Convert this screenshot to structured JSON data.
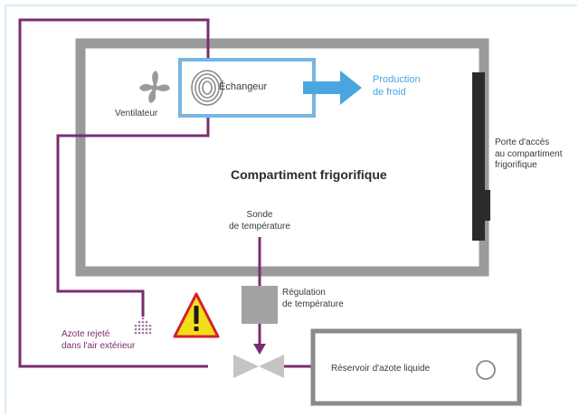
{
  "diagram": {
    "labels": {
      "exchanger": "Échangeur",
      "cold_production": "Production\nde froid",
      "fan": "Ventilateur",
      "compartment": "Compartiment frigorifique",
      "access_door": "Porte d'accès\nau compartiment\nfrigorifique",
      "temperature_probe": "Sonde\nde température",
      "temperature_regulation": "Régulation\nde température",
      "nitrogen_released": "Azote rejeté\ndans l'air extérieur",
      "liquid_nitrogen_tank": "Réservoir d'azote liquide"
    },
    "colors": {
      "frame_gray": "#9a9a9a",
      "purple_pipe": "#7a2d72",
      "blue": "#4aa6df",
      "door": "#2b2b2b",
      "warning_yellow": "#f3dd1a",
      "warning_red": "#d4202a"
    },
    "icons": [
      "fan-icon",
      "coil-icon",
      "warning-icon",
      "vent-grid-icon",
      "valve-icon",
      "tank-gauge-icon"
    ]
  }
}
